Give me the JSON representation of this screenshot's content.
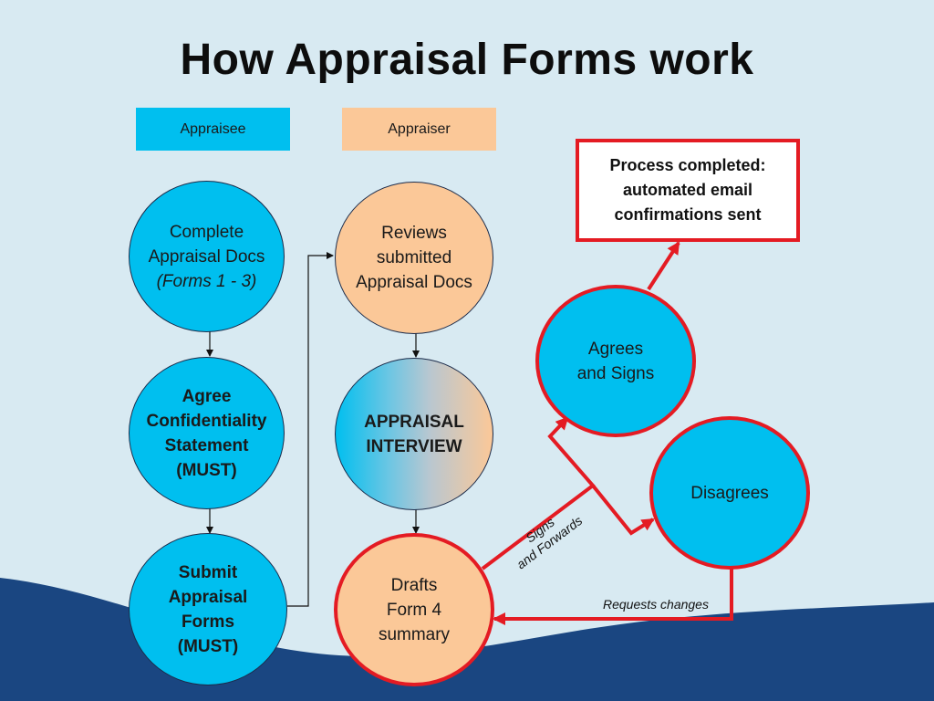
{
  "title": "How Appraisal Forms work",
  "lanes": {
    "appraisee": "Appraisee",
    "appraiser": "Appraiser"
  },
  "nodes": {
    "complete_docs": {
      "line1": "Complete",
      "line2": "Appraisal Docs",
      "line3": "(Forms 1 - 3)"
    },
    "confidentiality": {
      "line1": "Agree",
      "line2": "Confidentiality",
      "line3": "Statement",
      "line4": "(MUST)"
    },
    "submit_forms": {
      "line1": "Submit",
      "line2": "Appraisal",
      "line3": "Forms",
      "line4": "(MUST)"
    },
    "reviews_docs": {
      "line1": "Reviews",
      "line2": "submitted",
      "line3": "Appraisal Docs"
    },
    "interview": {
      "line1": "APPRAISAL",
      "line2": "INTERVIEW"
    },
    "drafts_form4": {
      "line1": "Drafts",
      "line2": "Form 4",
      "line3": "summary"
    },
    "agrees": {
      "line1": "Agrees",
      "line2": "and Signs"
    },
    "disagrees": {
      "line1": "Disagrees"
    }
  },
  "result": {
    "line1": "Process completed:",
    "line2": "automated email",
    "line3": "confirmations sent"
  },
  "edge_labels": {
    "signs_forwards_line1": "Signs",
    "signs_forwards_line2": "and Forwards",
    "requests_changes": "Requests changes"
  },
  "colors": {
    "background": "#d8eaf2",
    "wave": "#1a4681",
    "appraisee_blue": "#00bfef",
    "appraiser_peach": "#fbc898",
    "highlight_red": "#e41b23"
  }
}
